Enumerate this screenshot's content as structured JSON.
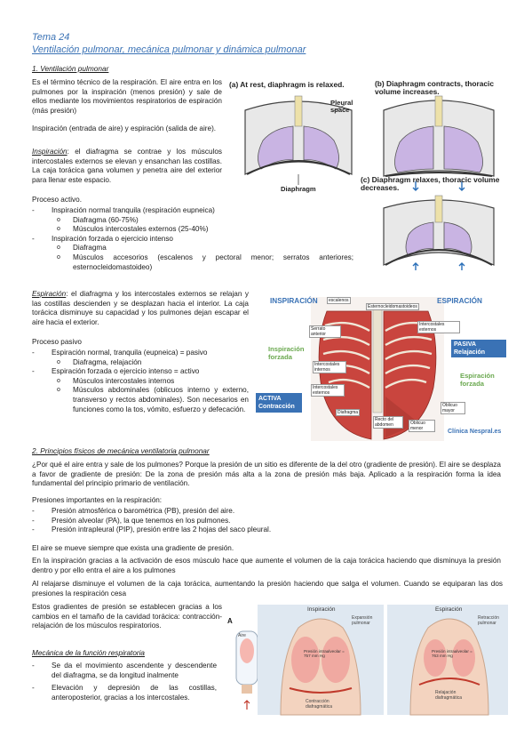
{
  "header": {
    "topic": "Tema 24",
    "title": "Ventilación pulmonar, mecánica pulmonar y dinámica pulmonar"
  },
  "section1": {
    "heading": "1. Ventilación pulmonar",
    "intro": "Es el término técnico de la respiración. El aire entra en los pulmones por la inspiración (menos presión) y sale de ellos mediante los movimientos respiratorios de espiración (más presión)",
    "intro2": "Inspiración (entrada de aire) y espiración (salida de aire).",
    "insp_label": "Inspiración",
    "insp_text": ": el diafragma se contrae y los músculos intercostales externos se elevan y ensanchan las costillas. La caja torácica gana volumen y penetra aire del exterior para llenar este espacio.",
    "active": "Proceso activo.",
    "normal": "Inspiración normal tranquila (respiración eupneica)",
    "normal_items": [
      "Diafragma (60-75%)",
      "Músculos intercostales externos (25-40%)"
    ],
    "forced": "Inspiración forzada o ejercicio intenso",
    "forced_items": [
      "Diafragma",
      "Músculos accesorios (escalenos y pectoral menor; serratos anteriores; esternocleidomastoideo)"
    ],
    "esp_label": "Espiración",
    "esp_text": ": el diafragma y los intercostales externos se relajan y las costillas descienden y se desplazan hacia el interior. La caja torácica disminuye su capacidad y los pulmones dejan escapar el aire hacia el exterior.",
    "passive": "Proceso pasivo",
    "esp_normal": "Espiración normal, tranquila (eupneica) = pasivo",
    "esp_normal_items": [
      "Diafragma, relajación"
    ],
    "esp_forced": "Espiración forzada o ejercicio intenso = activo",
    "esp_forced_items": [
      "Músculos intercostales internos",
      "Músculos abdominales (oblicuos interno y externo, transverso y rectos abdominales). Son necesarios en funciones como la tos, vómito, esfuerzo y defecación."
    ]
  },
  "section2": {
    "heading": "2. Principios físicos de mecánica ventilatoria pulmonar",
    "p1": "¿Por qué el aire entra y sale de los pulmones? Porque la presión de un sitio es diferente de la del otro (gradiente de presión). El aire se desplaza a favor de gradiente de presión: De la zona de presión más alta a la zona de presión más baja. Aplicado a la respiración forma la idea fundamental del principio primario de ventilación.",
    "p2": "Presiones importantes en la respiración:",
    "pressures": [
      "Presión atmosférica o barométrica (PB), presión del aire.",
      "Presión alveolar (PA), la que tenemos en los pulmones.",
      "Presión intrapleural (PIP), presión entre las 2 hojas del saco pleural."
    ],
    "p3": "El aire se mueve siempre que exista una gradiente de presión.",
    "p4": "En la inspiración gracias a la activación de esos músculo hace que aumente el volumen de la caja torácica haciendo que disminuya la presión dentro y por ello entra el aire a los pulmones",
    "p5": "Al relajarse disminuye el volumen de la caja torácica, aumentando la presión haciendo que salga el volumen. Cuando se equiparan las dos presiones la respiración cesa",
    "p6": "Estos gradientes de presión se establecen gracias a los cambios en el tamaño de la cavidad torácica: contracción-relajación de los músculos respiratorios.",
    "mech": "Mecánica de la función respiratoria",
    "mech_items": [
      "Se da el movimiento ascendente y descendente del diafragma, se da longitud inalmente",
      "Elevación y depresión de las costillas, anteroposterior, gracias a los intercostales."
    ]
  },
  "fig1": {
    "a": "(a) At rest, diaphragm is relaxed.",
    "b": "(b) Diaphragm contracts, thoracic volume increases.",
    "c": "(c) Diaphragm relaxes, thoracic volume decreases.",
    "pleural": "Pleural space",
    "diaphragm": "Diaphragm"
  },
  "fig2": {
    "insp": "INSPIRACIÓN",
    "esp": "ESPIRACIÓN",
    "escalenos": "escalenos",
    "ecm": "Esternocleidomastoideos",
    "serrato": "Serrato anterior",
    "intext": "Intercostales externos",
    "intint": "Intercostales internos",
    "intext2": "Intercostales externos",
    "insp_forzada": "Inspiración forzada",
    "pasiva": "PASIVA",
    "relajacion": "Relajación",
    "esp_forzada": "Espiración forzada",
    "oblicuo_mayor": "Oblicuo mayor",
    "diafragma": "Diafragma",
    "recto": "Recto del abdomen",
    "oblicuo_menor": "Oblicuo menor",
    "activa": "ACTIVA",
    "contraccion": "Contracción",
    "credit": "Clínica Nespral.es"
  },
  "fig3": {
    "a": "A",
    "insp": "Inspiración",
    "esp": "Espiración",
    "aire": "Aire",
    "exp_pulmonar": "Expansión pulmonar",
    "retraccion": "Retracción pulmonar",
    "presion1": "Presión intraalveolar = 757 mm Hg",
    "presion2": "Presión intraalveolar = 763 mm Hg",
    "contr": "Contracción diafragmática",
    "relaj": "Relajación diafragmática"
  }
}
